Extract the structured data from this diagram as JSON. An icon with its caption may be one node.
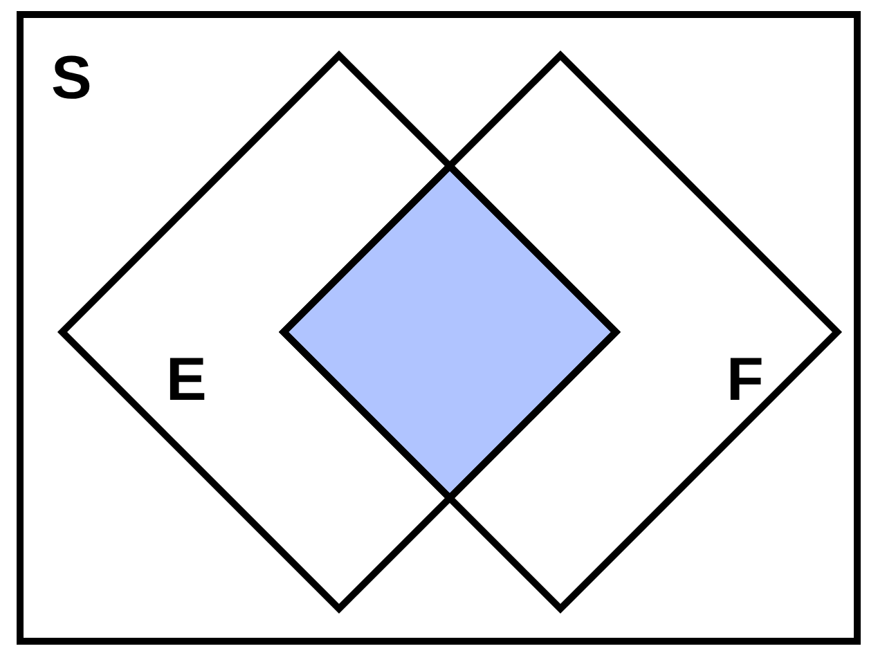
{
  "diagram": {
    "nodes": [
      {
        "text": [
          "S"
        ]
      },
      {
        "text": [
          "E"
        ],
        "in": 0
      },
      {
        "text": [
          "F"
        ],
        "in": 0
      },
      {
        "text": [],
        "shape": "diamond"
      }
    ]
  }
}
